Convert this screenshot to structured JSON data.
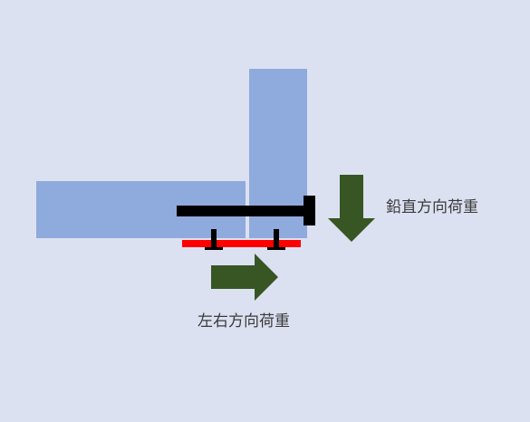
{
  "colors": {
    "background": "#dbe1f1",
    "member": "#8faadc",
    "bolt": "#000000",
    "plate": "#ff0000",
    "arrow": "#375623"
  },
  "labels": {
    "vertical_load": "鉛直方向荷重",
    "horizontal_load": "左右方向荷重"
  },
  "icons": {
    "vertical_arrow": "arrow-down",
    "horizontal_arrow": "arrow-right"
  }
}
